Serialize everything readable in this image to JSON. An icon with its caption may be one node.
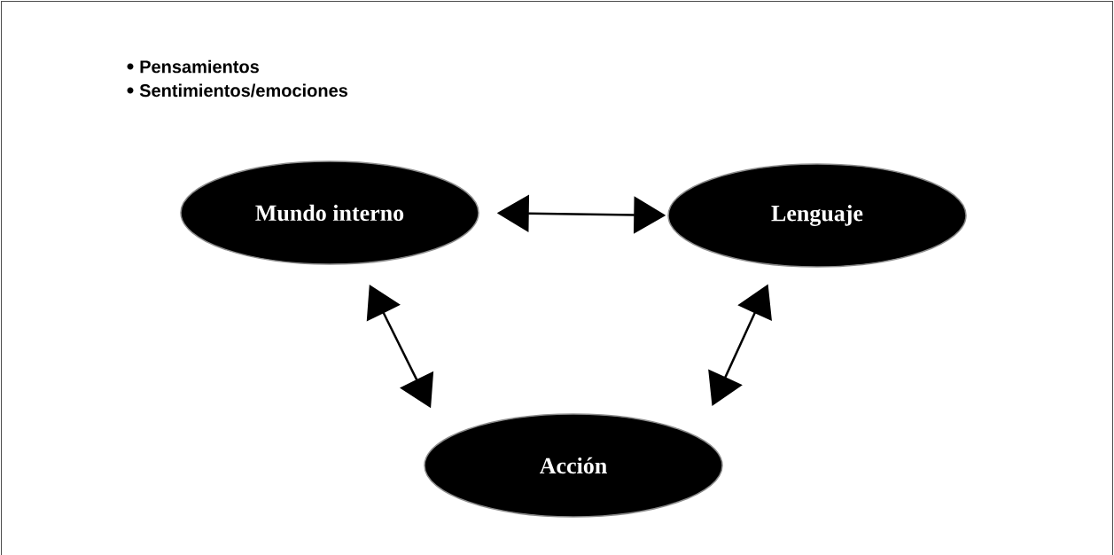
{
  "diagram": {
    "nodes": [
      {
        "text": [
          "Mundo interno"
        ]
      },
      {
        "text": [
          "Lenguaje"
        ]
      },
      {
        "text": [
          "Acción"
        ]
      }
    ],
    "edges": [
      {
        "from": 0,
        "to": 1,
        "arrow": "both"
      },
      {
        "from": 0,
        "to": 2,
        "arrow": "both"
      },
      {
        "from": 1,
        "to": 2,
        "arrow": "both"
      }
    ],
    "labels": [
      "Pensamientos",
      "Sentimientos/emociones"
    ]
  }
}
